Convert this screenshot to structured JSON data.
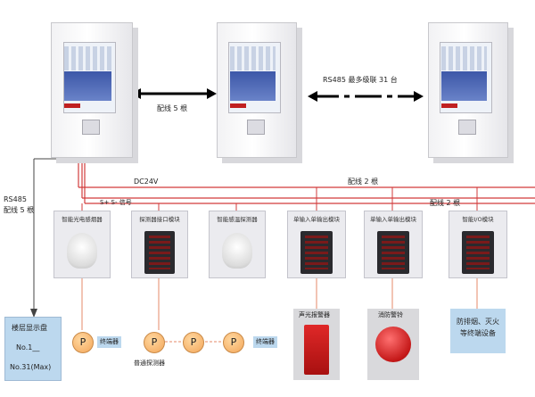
{
  "labels": {
    "rs485_multi": "RS485 最多级联 31 台",
    "wire5_top": "配线 5 根",
    "rs485_left": "RS485",
    "wire5_left": "配线 5 根",
    "dc24v": "DC24V",
    "signal": "S+ S- 信号",
    "wire2_a": "配线 2 根",
    "wire2_b": "配线 2 根"
  },
  "devices": [
    {
      "caption": "智能光电感烟器"
    },
    {
      "caption": "探测器接口模块"
    },
    {
      "caption": "智能感温探测器"
    },
    {
      "caption": "单输入单输出模块"
    },
    {
      "caption": "单输入单输出模块"
    },
    {
      "caption": "智能I/O模块"
    }
  ],
  "floor_display": {
    "title": "楼层显示盘",
    "line1": "No.1__",
    "line2": "No.31(Max)"
  },
  "p_nodes": {
    "symbol": "P"
  },
  "terminal_tags": {
    "t1": "终端器",
    "t2": "终端器",
    "common": "普通探测器"
  },
  "alarm": {
    "sound_light": "声光报警器",
    "bell": "消防警铃"
  },
  "smoke_box": {
    "text": "防排烟、灭火等终端设备"
  },
  "colors": {
    "wire_red": "#d23b3b",
    "wire_orange": "#e58a6a",
    "node_fill": "#f3a65a",
    "box_blue": "#bcd8ee"
  }
}
